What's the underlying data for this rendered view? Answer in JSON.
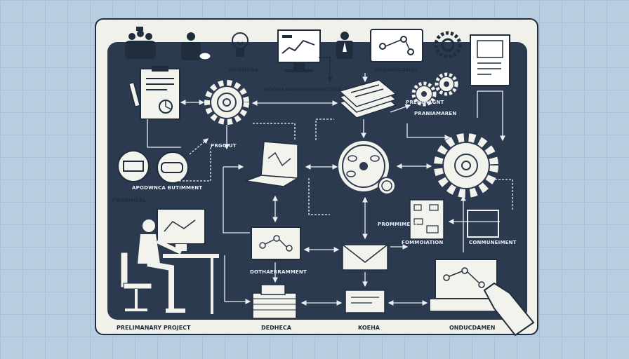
{
  "labels": {
    "top_center": "DRMMEGA",
    "documentation": "DOOOSAMEMMMENGUTIGE",
    "ore_top": "ORENMIGAMAL",
    "preliminary": "PRENIMAGNT",
    "prelim_mid": "PRANIAMAREN",
    "product": "PRGOIUT",
    "appointment": "APODWNCA BUTIMMENT",
    "personal": "PRNNIMCAL",
    "document_bottom": "DOTHAERRAMMENT",
    "prominent": "PROMMIMENT",
    "formation": "FOMMOIATION",
    "commitment": "CONMUNEIMENT"
  },
  "bottom_labels": {
    "left": "PRELIMANARY PROJECT",
    "center_left": "DEDHECA",
    "center": "KOEHA",
    "right": "ONDUCDAMEN"
  },
  "colors": {
    "board": "#2b3a4e",
    "paper": "#f1f1ec",
    "line": "#e9eef3",
    "ink": "#1f2d3d"
  }
}
